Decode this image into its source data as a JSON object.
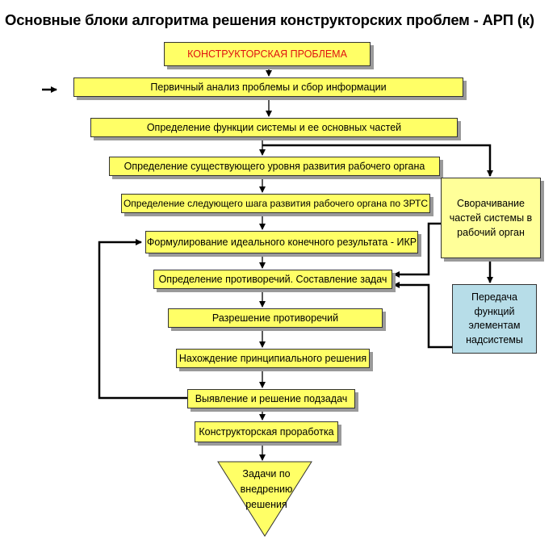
{
  "title": "Основные блоки алгоритма решения конструкторских проблем - АРП (к)",
  "colors": {
    "box_fill": "#ffff66",
    "side_box_fill": "#b7dde8",
    "problem_text": "#e01010",
    "line": "#000000"
  },
  "main_blocks": [
    "КОНСТРУКТОРСКАЯ ПРОБЛЕМА",
    "Первичный анализ проблемы и сбор информации",
    "Определение функции системы и ее основных частей",
    "Определение существующего уровня развития рабочего органа",
    "Определение следующего шага развития рабочего органа по ЗРТС",
    "Формулирование идеального конечного результата - ИКР",
    "Определение  противоречий. Составление задач",
    "Разрешение противоречий",
    "Нахождение принципиального решения",
    "Выявление и решение подзадач",
    "Конструкторская проработка"
  ],
  "final_block": [
    "Задачи по",
    "внедрению",
    "решения"
  ],
  "side_blocks": {
    "collapse": [
      "Сворачивание",
      "частей системы в",
      "рабочий орган"
    ],
    "transfer": [
      "Передача",
      "функций",
      "элементам",
      "надсистемы"
    ]
  }
}
